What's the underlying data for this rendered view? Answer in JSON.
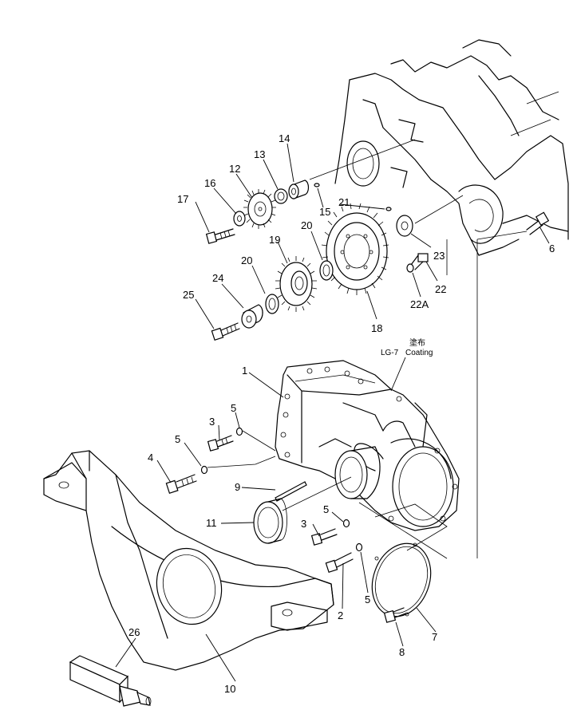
{
  "labels": {
    "p1": "1",
    "p2": "2",
    "p3a": "3",
    "p3b": "3",
    "p4": "4",
    "p5a": "5",
    "p5b": "5",
    "p5c": "5",
    "p5d": "5",
    "p6": "6",
    "p7": "7",
    "p8": "8",
    "p9": "9",
    "p10": "10",
    "p11": "11",
    "p12": "12",
    "p13": "13",
    "p14": "14",
    "p15": "15",
    "p16": "16",
    "p17": "17",
    "p18": "18",
    "p19": "19",
    "p20a": "20",
    "p20b": "20",
    "p21": "21",
    "p22": "22",
    "p22a": "22A",
    "p23": "23",
    "p24": "24",
    "p25": "25",
    "p26": "26"
  },
  "note": {
    "kanji": "塗布",
    "line1": "LG-7",
    "line2": "Coating"
  }
}
